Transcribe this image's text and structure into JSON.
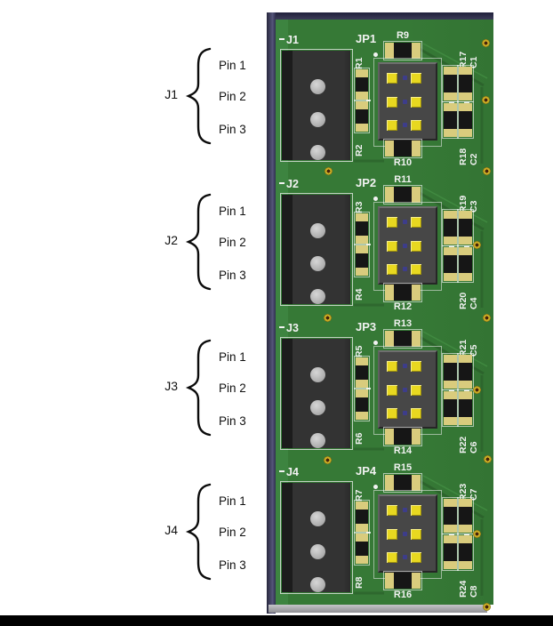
{
  "annotations": {
    "groups": [
      {
        "label": "J1",
        "pins": [
          "Pin 1",
          "Pin 2",
          "Pin 3"
        ]
      },
      {
        "label": "J2",
        "pins": [
          "Pin 1",
          "Pin 2",
          "Pin 3"
        ]
      },
      {
        "label": "J3",
        "pins": [
          "Pin 1",
          "Pin 2",
          "Pin 3"
        ]
      },
      {
        "label": "J4",
        "pins": [
          "Pin 1",
          "Pin 2",
          "Pin 3"
        ]
      }
    ]
  },
  "board": {
    "sections": [
      {
        "connector": "J1",
        "jumper": "JP1",
        "top_resistor": "R9",
        "bottom_resistor": "R10",
        "left_resistors": [
          "R1",
          "R2"
        ],
        "right_top": [
          "R17",
          "C1"
        ],
        "right_bottom": [
          "R18",
          "C2"
        ]
      },
      {
        "connector": "J2",
        "jumper": "JP2",
        "top_resistor": "R11",
        "bottom_resistor": "R12",
        "left_resistors": [
          "R3",
          "R4"
        ],
        "right_top": [
          "R19",
          "C3"
        ],
        "right_bottom": [
          "R20",
          "C4"
        ]
      },
      {
        "connector": "J3",
        "jumper": "JP3",
        "top_resistor": "R13",
        "bottom_resistor": "R14",
        "left_resistors": [
          "R5",
          "R6"
        ],
        "right_top": [
          "R21",
          "C5"
        ],
        "right_bottom": [
          "R22",
          "C6"
        ]
      },
      {
        "connector": "J4",
        "jumper": "JP4",
        "top_resistor": "R15",
        "bottom_resistor": "R16",
        "left_resistors": [
          "R7",
          "R8"
        ],
        "right_top": [
          "R23",
          "C7"
        ],
        "right_bottom": [
          "R24",
          "C8"
        ]
      }
    ],
    "colors": {
      "pcb_green": "#367936",
      "silkscreen_white": "#f2f2f2",
      "pad_tan": "#d9cc7d",
      "pin_yellow": "#e8d820",
      "board_edge_navy": "#3c3c58"
    }
  }
}
